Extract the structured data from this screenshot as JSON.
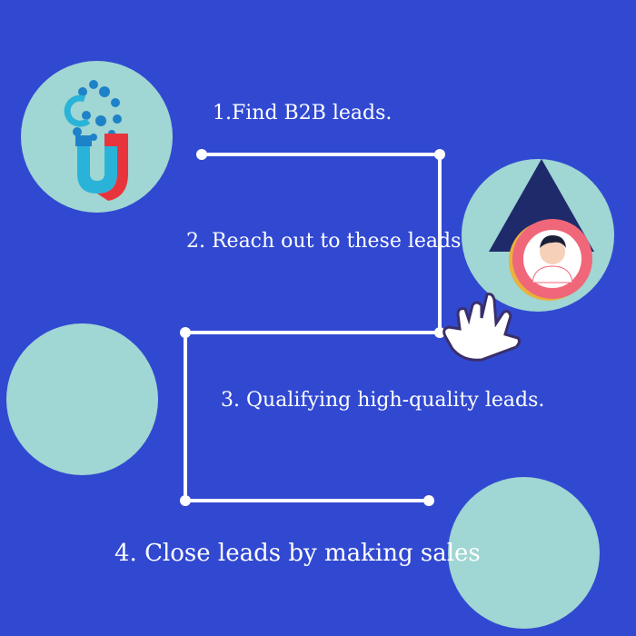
{
  "steps": [
    {
      "label": "1.Find B2B leads."
    },
    {
      "label": "2. Reach out to these leads"
    },
    {
      "label": "3. Qualifying high-quality leads."
    },
    {
      "label": "4. Close leads by making sales"
    }
  ],
  "icons": {
    "step1": "magnet-icon",
    "step2": "user-profile-icon",
    "pointer": "hand-pointer-icon"
  },
  "colors": {
    "background": "#3149d1",
    "circle": "#a0d6d3",
    "line": "#ffffff",
    "text": "#ffffff",
    "magnet_red": "#e8343c",
    "magnet_teal": "#2ab3d8",
    "triangle": "#1f2a6b",
    "avatar_ring": "#f0677a"
  }
}
